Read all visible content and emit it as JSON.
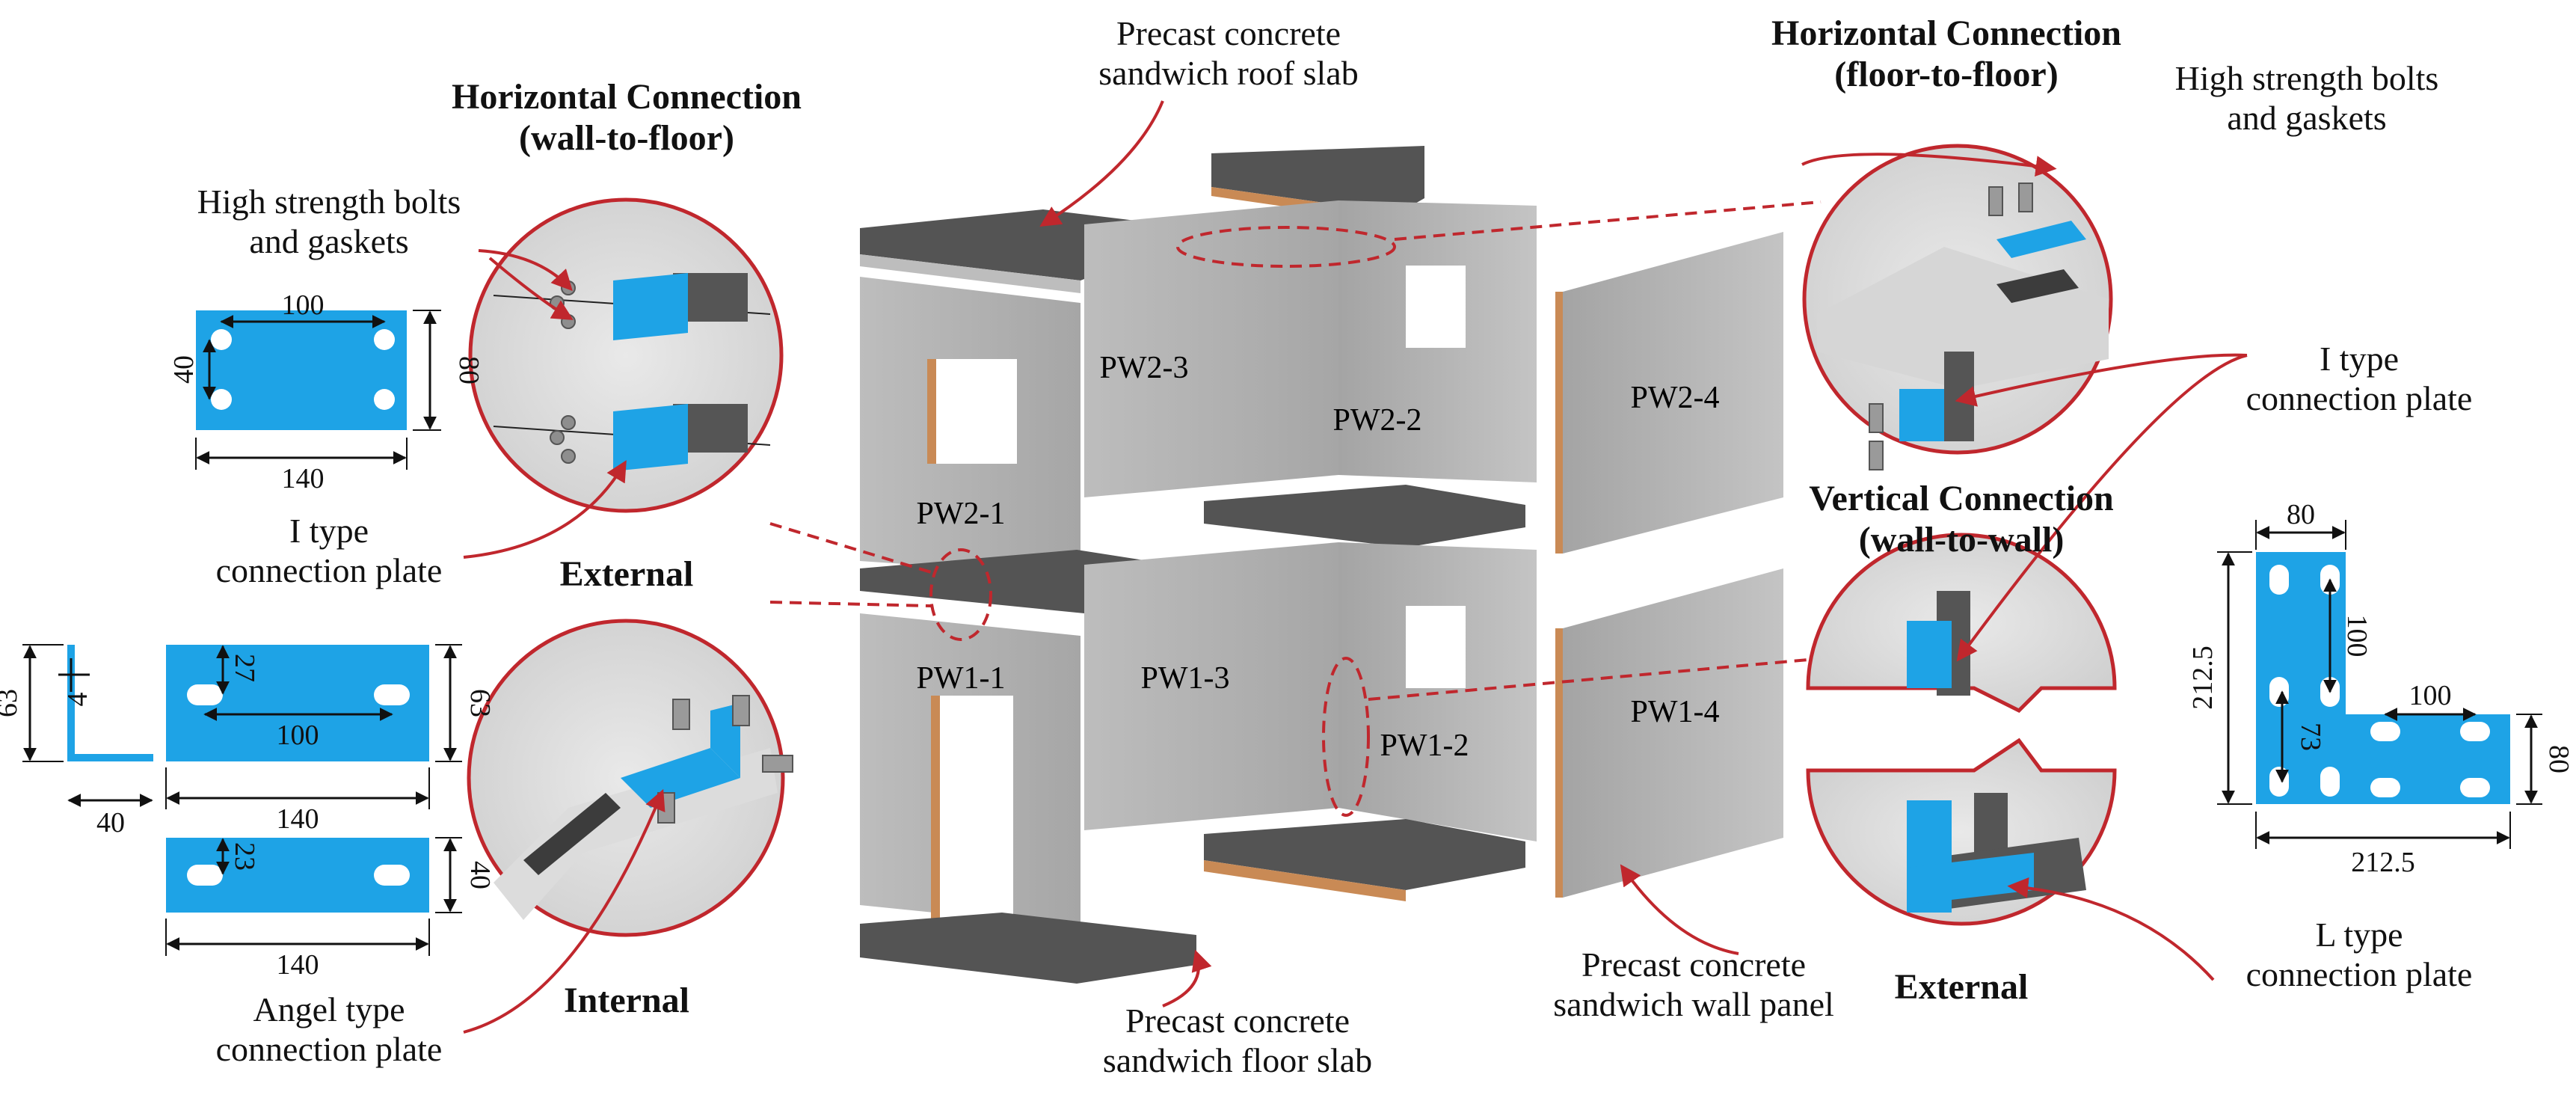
{
  "labels": {
    "horizontal_wall_floor": "Horizontal Connection",
    "horizontal_wall_floor_sub": "(wall-to-floor)",
    "horizontal_floor_floor": "Horizontal Connection",
    "horizontal_floor_floor_sub": "(floor-to-floor)",
    "vertical_wall_wall": "Vertical Connection",
    "vertical_wall_wall_sub": "(wall-to-wall)",
    "bolts_left_1": "High strength bolts",
    "bolts_left_2": "and gaskets",
    "bolts_right_1": "High strength bolts",
    "bolts_right_2": "and gaskets",
    "i_plate_left_1": "I type",
    "i_plate_left_2": "connection plate",
    "i_plate_right_1": "I type",
    "i_plate_right_2": "connection plate",
    "external_left": "External",
    "external_right": "External",
    "internal": "Internal",
    "angel_plate_1": "Angel type",
    "angel_plate_2": "connection plate",
    "l_plate_1": "L type",
    "l_plate_2": "connection plate",
    "roof_slab_1": "Precast concrete",
    "roof_slab_2": "sandwich roof slab",
    "floor_slab_1": "Precast concrete",
    "floor_slab_2": "sandwich floor slab",
    "wall_panel_1": "Precast concrete",
    "wall_panel_2": "sandwich wall panel"
  },
  "panels": {
    "pw2_1": "PW2-1",
    "pw2_2": "PW2-2",
    "pw2_3": "PW2-3",
    "pw2_4": "PW2-4",
    "pw1_1": "PW1-1",
    "pw1_2": "PW1-2",
    "pw1_3": "PW1-3",
    "pw1_4": "PW1-4"
  },
  "dims": {
    "i_plate_w": "140",
    "i_plate_hole_span": "100",
    "i_plate_h": "80",
    "i_plate_hole_v": "40",
    "angle_h": "63",
    "angle_t": "4",
    "angle_w": "40",
    "angle_big_w": "140",
    "angle_big_h": "63",
    "angle_big_span": "100",
    "angle_big_off": "27",
    "angle_small_w": "140",
    "angle_small_h": "40",
    "angle_small_off": "23",
    "l_top_w": "80",
    "l_total_h": "212.5",
    "l_v_span": "100",
    "l_h_span": "100",
    "l_off": "73",
    "l_total_w": "212.5",
    "l_leg_h": "80"
  },
  "colors": {
    "plate_blue": "#1ea3e6",
    "callout_red": "#c0272d",
    "concrete_grey": "#9a9a9a",
    "slab_dark": "#545454",
    "insulation_wood": "#c98a55"
  }
}
